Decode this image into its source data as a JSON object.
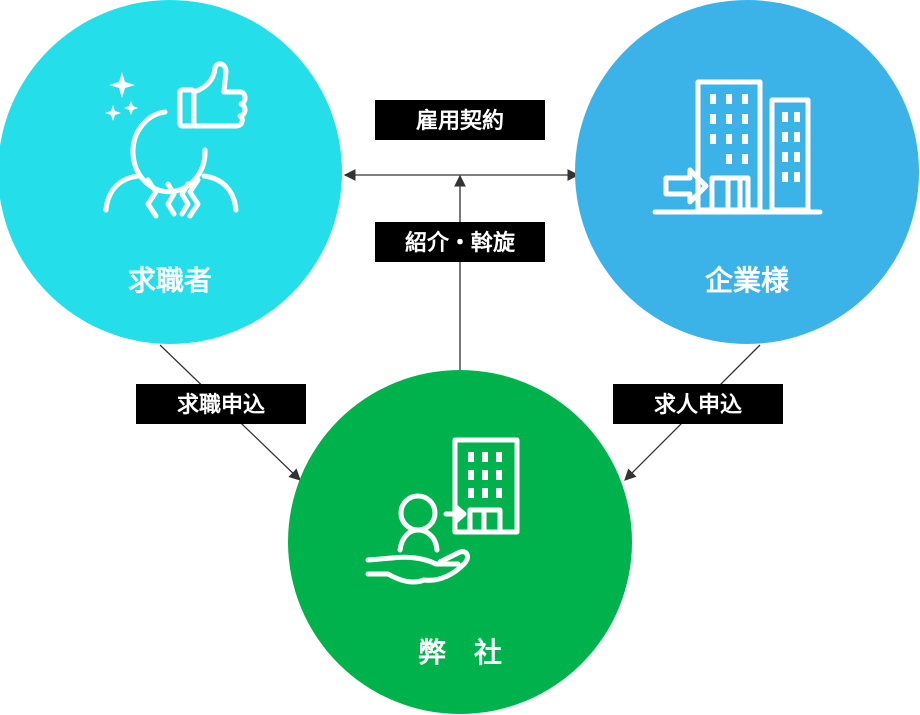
{
  "nodes": {
    "job_seeker": {
      "label": "求職者",
      "color": "#24dfe9",
      "icon": "person-thumbs-up-icon"
    },
    "company": {
      "label": "企業様",
      "color": "#3bb2e8",
      "icon": "building-entry-icon"
    },
    "our_company": {
      "label": "弊　社",
      "color": "#00b24b",
      "icon": "hand-person-building-icon"
    }
  },
  "edges": {
    "employment_contract": "雇用契約",
    "introduction_mediation": "紹介・斡旋",
    "job_application": "求職申込",
    "job_offer_application": "求人申込"
  },
  "tag_color": "#000000"
}
